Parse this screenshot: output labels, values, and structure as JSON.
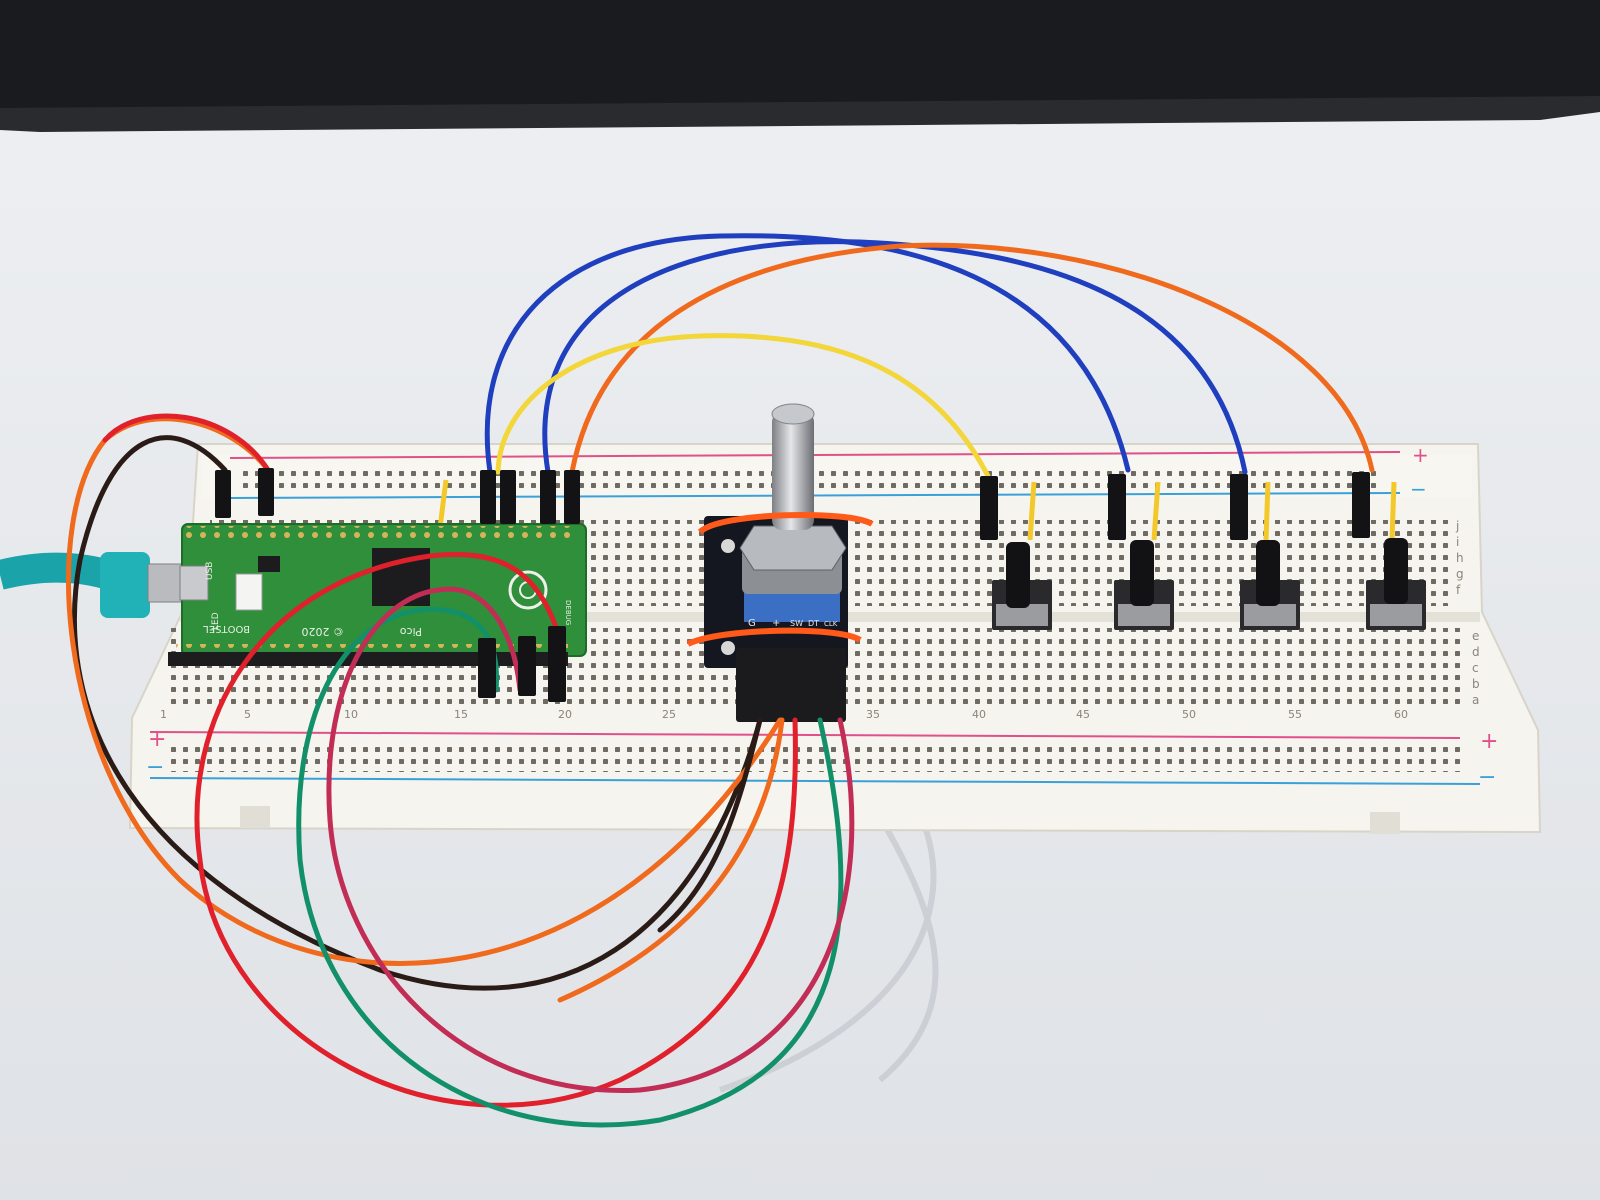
{
  "breadboard": {
    "plus_sign": "+",
    "minus_sign": "−",
    "row_letters_top": [
      "j",
      "i",
      "h",
      "g",
      "f"
    ],
    "row_letters_bottom": [
      "e",
      "d",
      "c",
      "b",
      "a"
    ],
    "column_numbers": [
      "1",
      "5",
      "10",
      "15",
      "20",
      "25",
      "30",
      "35",
      "40",
      "45",
      "50",
      "55",
      "60"
    ]
  },
  "pico": {
    "silkscreen_bootsel": "BOOTSEL",
    "silkscreen_led": "LED",
    "silkscreen_usb": "USB",
    "silkscreen_year": "© 2020",
    "silkscreen_name": "Pico",
    "silkscreen_debug": "DEBUG"
  },
  "encoder": {
    "pin_labels": [
      "G",
      "+",
      "SW",
      "DT",
      "CLK"
    ]
  },
  "colors": {
    "wire_red": "#e0202a",
    "wire_black": "#2a1b16",
    "wire_blue": "#1f3fbf",
    "wire_orange": "#f06a1e",
    "wire_yellow": "#f2d63a",
    "wire_green": "#12906a",
    "wire_magenta": "#c22d55",
    "pcb_green": "#2f8f3a",
    "cable_teal": "#1aa3a8",
    "rail_red": "#e0508a",
    "rail_blue": "#3aa0d8"
  }
}
